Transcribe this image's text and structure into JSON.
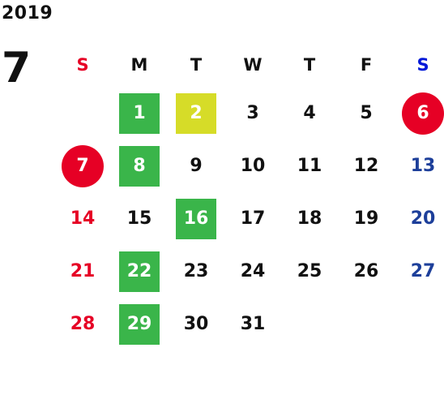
{
  "year": "2019",
  "month": "7",
  "weekdays": [
    {
      "label": "S",
      "color": "#e60025"
    },
    {
      "label": "M",
      "color": "#111111"
    },
    {
      "label": "T",
      "color": "#111111"
    },
    {
      "label": "W",
      "color": "#111111"
    },
    {
      "label": "T",
      "color": "#111111"
    },
    {
      "label": "F",
      "color": "#111111"
    },
    {
      "label": "S",
      "color": "#0018d8"
    }
  ],
  "colors": {
    "sunday": "#e60025",
    "saturday": "#1d3f9a",
    "weekday": "#111111",
    "green_highlight": "#3ab54a",
    "yellow_highlight": "#d6dc28",
    "red_highlight": "#e60025"
  },
  "weeks": [
    [
      {
        "day": "",
        "mark": "none"
      },
      {
        "day": "1",
        "mark": "green"
      },
      {
        "day": "2",
        "mark": "yellow"
      },
      {
        "day": "3",
        "mark": "none"
      },
      {
        "day": "4",
        "mark": "none"
      },
      {
        "day": "5",
        "mark": "none"
      },
      {
        "day": "6",
        "mark": "red"
      }
    ],
    [
      {
        "day": "7",
        "mark": "red"
      },
      {
        "day": "8",
        "mark": "green"
      },
      {
        "day": "9",
        "mark": "none"
      },
      {
        "day": "10",
        "mark": "none"
      },
      {
        "day": "11",
        "mark": "none"
      },
      {
        "day": "12",
        "mark": "none"
      },
      {
        "day": "13",
        "mark": "none"
      }
    ],
    [
      {
        "day": "14",
        "mark": "none"
      },
      {
        "day": "15",
        "mark": "none"
      },
      {
        "day": "16",
        "mark": "green"
      },
      {
        "day": "17",
        "mark": "none"
      },
      {
        "day": "18",
        "mark": "none"
      },
      {
        "day": "19",
        "mark": "none"
      },
      {
        "day": "20",
        "mark": "none"
      }
    ],
    [
      {
        "day": "21",
        "mark": "none"
      },
      {
        "day": "22",
        "mark": "green"
      },
      {
        "day": "23",
        "mark": "none"
      },
      {
        "day": "24",
        "mark": "none"
      },
      {
        "day": "25",
        "mark": "none"
      },
      {
        "day": "26",
        "mark": "none"
      },
      {
        "day": "27",
        "mark": "none"
      }
    ],
    [
      {
        "day": "28",
        "mark": "none"
      },
      {
        "day": "29",
        "mark": "green"
      },
      {
        "day": "30",
        "mark": "none"
      },
      {
        "day": "31",
        "mark": "none"
      },
      {
        "day": "",
        "mark": "none"
      },
      {
        "day": "",
        "mark": "none"
      },
      {
        "day": "",
        "mark": "none"
      }
    ]
  ]
}
